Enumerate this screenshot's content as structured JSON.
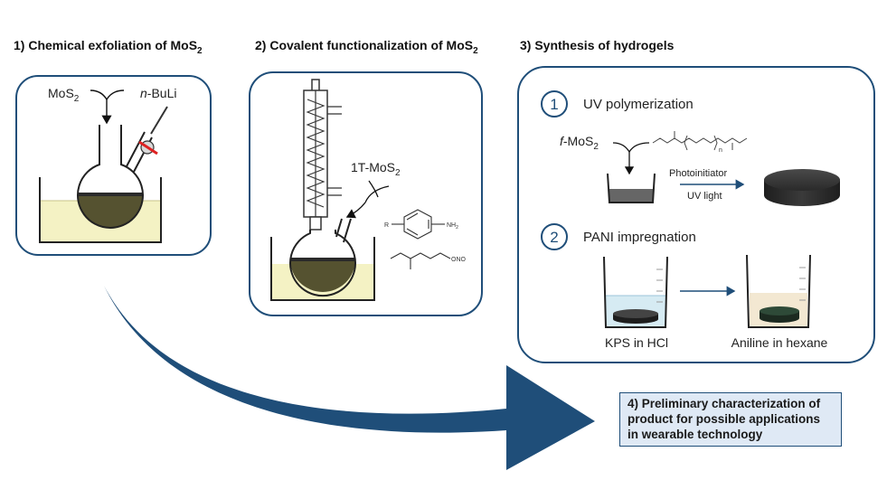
{
  "steps": {
    "s1": {
      "title": "1) Chemical exfoliation of MoS",
      "title_sub": "2"
    },
    "s2": {
      "title": "2) Covalent functionalization of MoS",
      "title_sub": "2"
    },
    "s3": {
      "title": "3) Synthesis of hydrogels"
    }
  },
  "exfoliation": {
    "reagent_a": "MoS",
    "reagent_a_sub": "2",
    "reagent_b_italic": "n",
    "reagent_b": "-BuLi"
  },
  "functionalization": {
    "reagent": "1T-MoS",
    "reagent_sub": "2",
    "aryl_r": "R",
    "aryl_nh2": "NH",
    "aryl_nh2_sub": "2",
    "nitrite": "ONO"
  },
  "hydrogels": {
    "uv": {
      "number": "1",
      "title": "UV polymerization",
      "input_italic": "f",
      "input": "-MoS",
      "input_sub": "2",
      "peg_n": "n",
      "initiator": "Photoinitiator",
      "light": "UV light"
    },
    "pani": {
      "number": "2",
      "title": "PANI impregnation",
      "beaker_left": "KPS in HCl",
      "beaker_right": "Aniline in hexane"
    }
  },
  "characterization": {
    "lines": [
      "4) Preliminary characterization of",
      "product for possible applications",
      "in wearable technology"
    ]
  },
  "colors": {
    "frame": "#1f4e79",
    "arrow": "#1f4e79",
    "solution_yellow": "#f4f2c4",
    "slurry": "#555230",
    "hcl_blue": "#d6ebf3",
    "hexane_beige": "#f3e8d2",
    "hydrogel": "#3a3a3a"
  }
}
